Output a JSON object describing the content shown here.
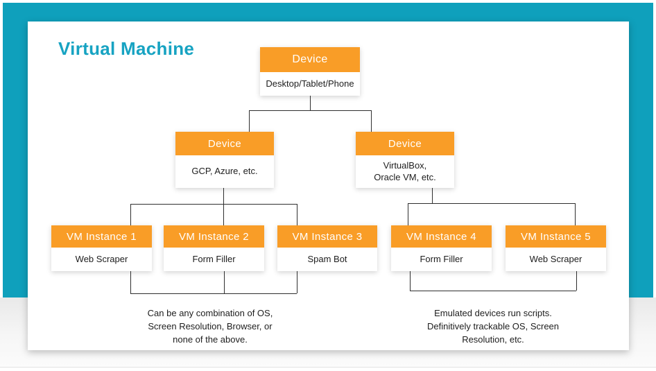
{
  "page": {
    "title": "Virtual Machine"
  },
  "theme": {
    "teal_background": "#0FA0BC",
    "title_color": "#17A3C2",
    "node_header_orange": "#F99D27",
    "connector_color": "#2e2e2e"
  },
  "diagram": {
    "root": {
      "title": "Device",
      "subtitle": "Desktop/Tablet/Phone"
    },
    "level2": [
      {
        "title": "Device",
        "subtitle": "GCP, Azure, etc."
      },
      {
        "title": "Device",
        "subtitle": "VirtualBox,\nOracle VM, etc."
      }
    ],
    "instances": [
      {
        "title": "VM Instance 1",
        "subtitle": "Web Scraper"
      },
      {
        "title": "VM Instance 2",
        "subtitle": "Form Filler"
      },
      {
        "title": "VM Instance 3",
        "subtitle": "Spam Bot"
      },
      {
        "title": "VM Instance 4",
        "subtitle": "Form Filler"
      },
      {
        "title": "VM Instance 5",
        "subtitle": "Web Scraper"
      }
    ],
    "notes": {
      "left": "Can be any combination of OS,\nScreen Resolution, Browser, or\nnone of the above.",
      "right": "Emulated devices run scripts.\nDefinitively trackable OS, Screen\nResolution, etc."
    }
  }
}
